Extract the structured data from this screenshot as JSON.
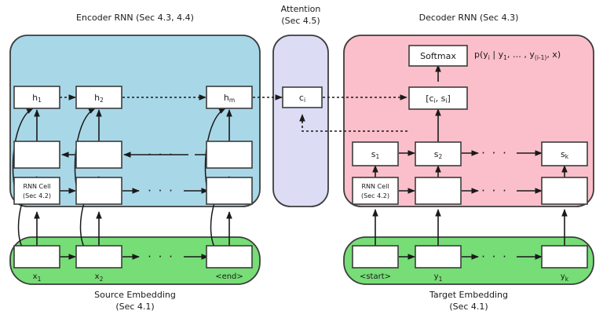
{
  "figure": {
    "title": "Neural machine translation encoder-decoder with attention",
    "background": "#ffffff"
  },
  "colors": {
    "encoder_panel": "#a8d8e8",
    "attention_panel": "#dcdcf5",
    "decoder_panel": "#fbbfcb",
    "embedding_panel": "#77dd77",
    "box_fill": "#ffffff",
    "stroke": "#3c3c3c",
    "text": "#1a1a1a"
  },
  "panels": {
    "encoder": {
      "label_line1": "Encoder RNN (Sec 4.3, 4.4)"
    },
    "attention": {
      "label_line1": "Attention",
      "label_line2": "(Sec 4.5)"
    },
    "decoder": {
      "label_line1": "Decoder RNN (Sec 4.3)"
    },
    "source_embedding": {
      "label_line1": "Source Embedding",
      "label_line2": "(Sec 4.1)"
    },
    "target_embedding": {
      "label_line1": "Target Embedding",
      "label_line2": "(Sec 4.1)"
    }
  },
  "encoder": {
    "hidden_states": [
      {
        "base": "h",
        "sub": "1"
      },
      {
        "base": "h",
        "sub": "2"
      },
      {
        "base": "h",
        "sub": "m"
      }
    ],
    "rnn_cell_label_line1": "RNN Cell",
    "rnn_cell_label_line2": "(Sec 4.2)",
    "backward_cells": [
      "",
      "",
      ""
    ],
    "forward_cells": [
      "RNN Cell",
      "",
      ""
    ],
    "ellipsis": "· · ·"
  },
  "source_embedding": {
    "tokens": [
      {
        "base": "x",
        "sub": "1"
      },
      {
        "base": "x",
        "sub": "2"
      },
      {
        "base": "<end>",
        "sub": ""
      }
    ],
    "ellipsis": "· · ·"
  },
  "attention": {
    "context_box": {
      "base": "c",
      "sub": "i"
    }
  },
  "decoder": {
    "softmax_label": "Softmax",
    "probability_formula": {
      "p_open": "p(y",
      "p_sub": "i",
      "given": " | y",
      "y1_sub": "1",
      "comma_dots": ", … , y",
      "prev_sub": "(i-1)",
      "tail": ", x)"
    },
    "concat_box": {
      "open": "[c",
      "sub1": "i",
      "mid": ", s",
      "sub2": "i",
      "close": "]"
    },
    "states": [
      {
        "base": "s",
        "sub": "1"
      },
      {
        "base": "s",
        "sub": "2"
      },
      {
        "base": "s",
        "sub": "k"
      }
    ],
    "rnn_cell_label_line1": "RNN Cell",
    "rnn_cell_label_line2": "(Sec 4.2)",
    "cells": [
      "RNN Cell",
      "",
      ""
    ],
    "ellipsis": "· · ·"
  },
  "target_embedding": {
    "tokens": [
      {
        "base": "<start>",
        "sub": ""
      },
      {
        "base": "y",
        "sub": "1"
      },
      {
        "base": "y",
        "sub": "k"
      }
    ],
    "ellipsis": "· · ·"
  }
}
